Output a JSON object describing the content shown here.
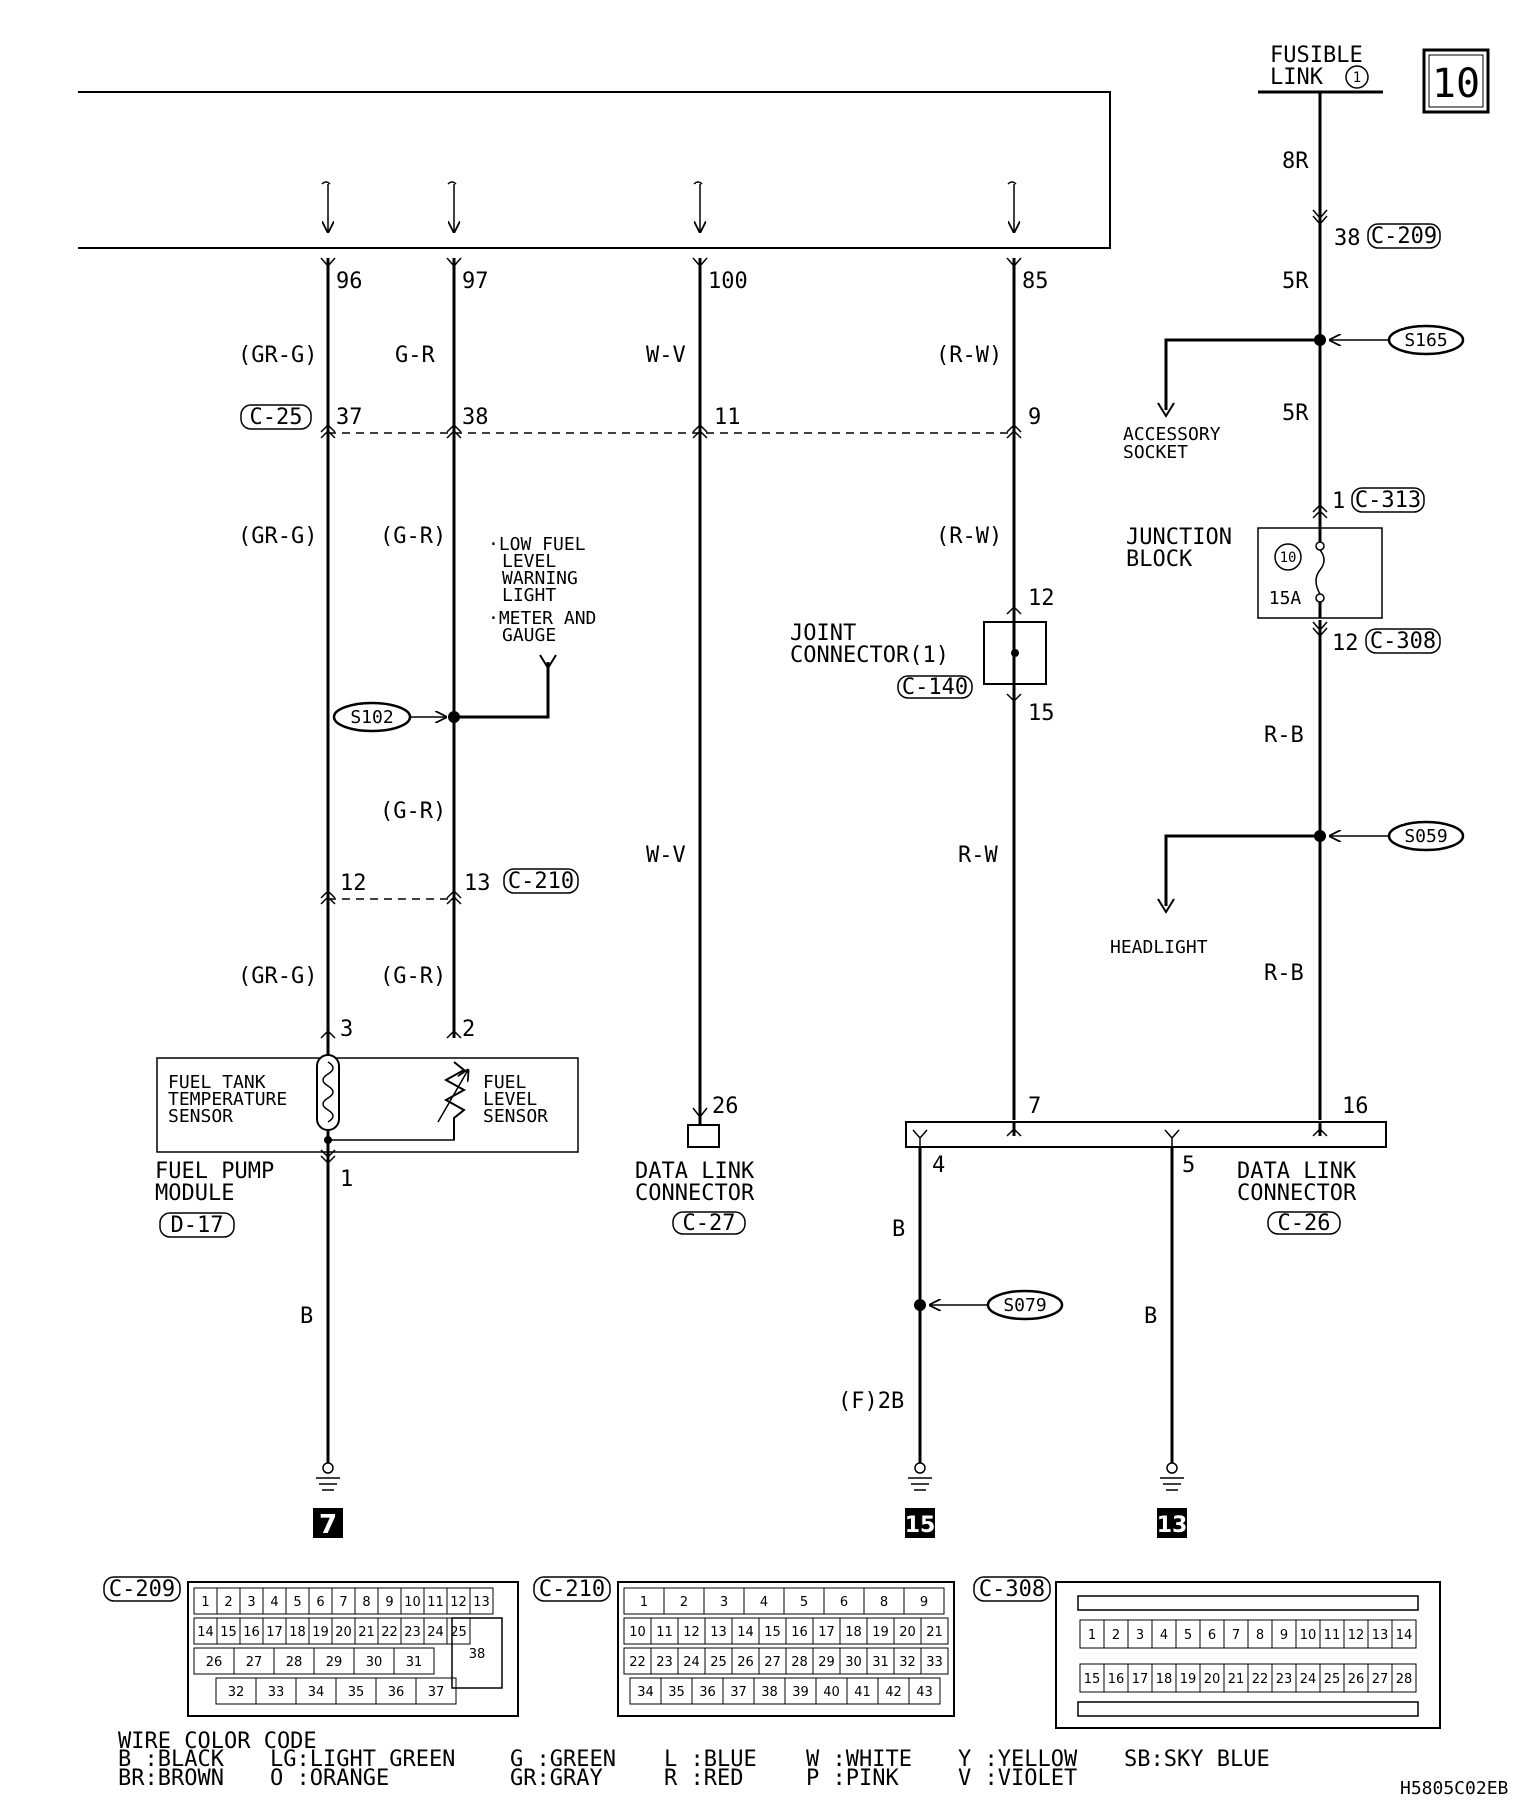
{
  "page_number": "10",
  "fusible_link": {
    "line1": "FUSIBLE",
    "line2": "LINK",
    "num": "1"
  },
  "ecu_pins": {
    "p96": "96",
    "p97": "97",
    "p100": "100",
    "p85": "85"
  },
  "wire_colors": {
    "gr_g": "(GR-G)",
    "g_r": "G-R",
    "g_r_p": "(G-R)",
    "w_v": "W-V",
    "r_w_p": "(R-W)",
    "r_w": "R-W",
    "r8": "8R",
    "r5a": "5R",
    "r5b": "5R",
    "r_b1": "R-B",
    "r_b2": "R-B",
    "b1": "B",
    "b2": "B",
    "b3": "B",
    "f2b": "(F)2B"
  },
  "connectors": {
    "c209": "C-209",
    "c25": "C-25",
    "c210": "C-210",
    "c313": "C-313",
    "c308": "C-308",
    "c140": "C-140",
    "d17": "D-17",
    "c27": "C-27",
    "c26": "C-26"
  },
  "pins": {
    "c209_38": "38",
    "c25_37": "37",
    "c25_38": "38",
    "c25_11": "11",
    "c25_9": "9",
    "c210_12": "12",
    "c210_13": "13",
    "d17_3": "3",
    "d17_2": "2",
    "d17_1": "1",
    "c140_12": "12",
    "c140_15": "15",
    "c313_1": "1",
    "c308_12": "12",
    "c27_26": "26",
    "c26_7": "7",
    "c26_16": "16",
    "c26_4": "4",
    "c26_5": "5"
  },
  "splices": {
    "s165": "S165",
    "s102": "S102",
    "s059": "S059",
    "s079": "S079"
  },
  "labels": {
    "accessory1": "ACCESSORY",
    "accessory2": "SOCKET",
    "junction1": "JUNCTION",
    "junction2": "BLOCK",
    "fuse_num": "10",
    "fuse_amp": "15A",
    "low1": "·LOW FUEL",
    "low2": "LEVEL",
    "low3": "WARNING",
    "low4": "LIGHT",
    "meter1": "·METER AND",
    "meter2": "GAUGE",
    "joint1": "JOINT",
    "joint2": "CONNECTOR(1)",
    "headlight": "HEADLIGHT",
    "ftts1": "FUEL TANK",
    "ftts2": "TEMPERATURE",
    "ftts3": "SENSOR",
    "fls1": "FUEL",
    "fls2": "LEVEL",
    "fls3": "SENSOR",
    "fpm1": "FUEL PUMP",
    "fpm2": "MODULE",
    "dlc27_1": "DATA LINK",
    "dlc27_2": "CONNECTOR",
    "dlc26_1": "DATA LINK",
    "dlc26_2": "CONNECTOR"
  },
  "grounds": {
    "g7": "7",
    "g15": "15",
    "g13": "13"
  },
  "connector_faces": {
    "c209_title": "C-209",
    "c209_row1": [
      "1",
      "2",
      "3",
      "4",
      "5",
      "6",
      "7",
      "8",
      "9",
      "10",
      "11",
      "12",
      "13"
    ],
    "c209_row2": [
      "14",
      "15",
      "16",
      "17",
      "18",
      "19",
      "20",
      "21",
      "22",
      "23",
      "24",
      "25"
    ],
    "c209_row3": [
      "26",
      "27",
      "28",
      "29",
      "30",
      "31"
    ],
    "c209_row4": [
      "32",
      "33",
      "34",
      "35",
      "36",
      "37"
    ],
    "c209_big": "38",
    "c210_title": "C-210",
    "c210_row1": [
      "1",
      "2",
      "3",
      "4",
      "5",
      "6",
      "8",
      "9"
    ],
    "c210_row2": [
      "10",
      "11",
      "12",
      "13",
      "14",
      "15",
      "16",
      "17",
      "18",
      "19",
      "20",
      "21"
    ],
    "c210_row3": [
      "22",
      "23",
      "24",
      "25",
      "26",
      "27",
      "28",
      "29",
      "30",
      "31",
      "32",
      "33"
    ],
    "c210_row4": [
      "34",
      "35",
      "36",
      "37",
      "38",
      "39",
      "40",
      "41",
      "42",
      "43"
    ],
    "c308_title": "C-308",
    "c308_row1": [
      "1",
      "2",
      "3",
      "4",
      "5",
      "6",
      "7",
      "8",
      "9",
      "10",
      "11",
      "12",
      "13",
      "14"
    ],
    "c308_row2": [
      "15",
      "16",
      "17",
      "18",
      "19",
      "20",
      "21",
      "22",
      "23",
      "24",
      "25",
      "26",
      "27",
      "28"
    ]
  },
  "legend": {
    "title": "WIRE COLOR CODE",
    "row1": [
      "B :BLACK",
      "LG:LIGHT GREEN",
      "G :GREEN",
      "L :BLUE",
      "W :WHITE",
      "Y :YELLOW",
      "SB:SKY BLUE"
    ],
    "row2": [
      "BR:BROWN",
      "O :ORANGE",
      "GR:GRAY",
      "R :RED",
      "P :PINK",
      "V :VIOLET"
    ]
  },
  "figure_code": "H5805C02EB"
}
